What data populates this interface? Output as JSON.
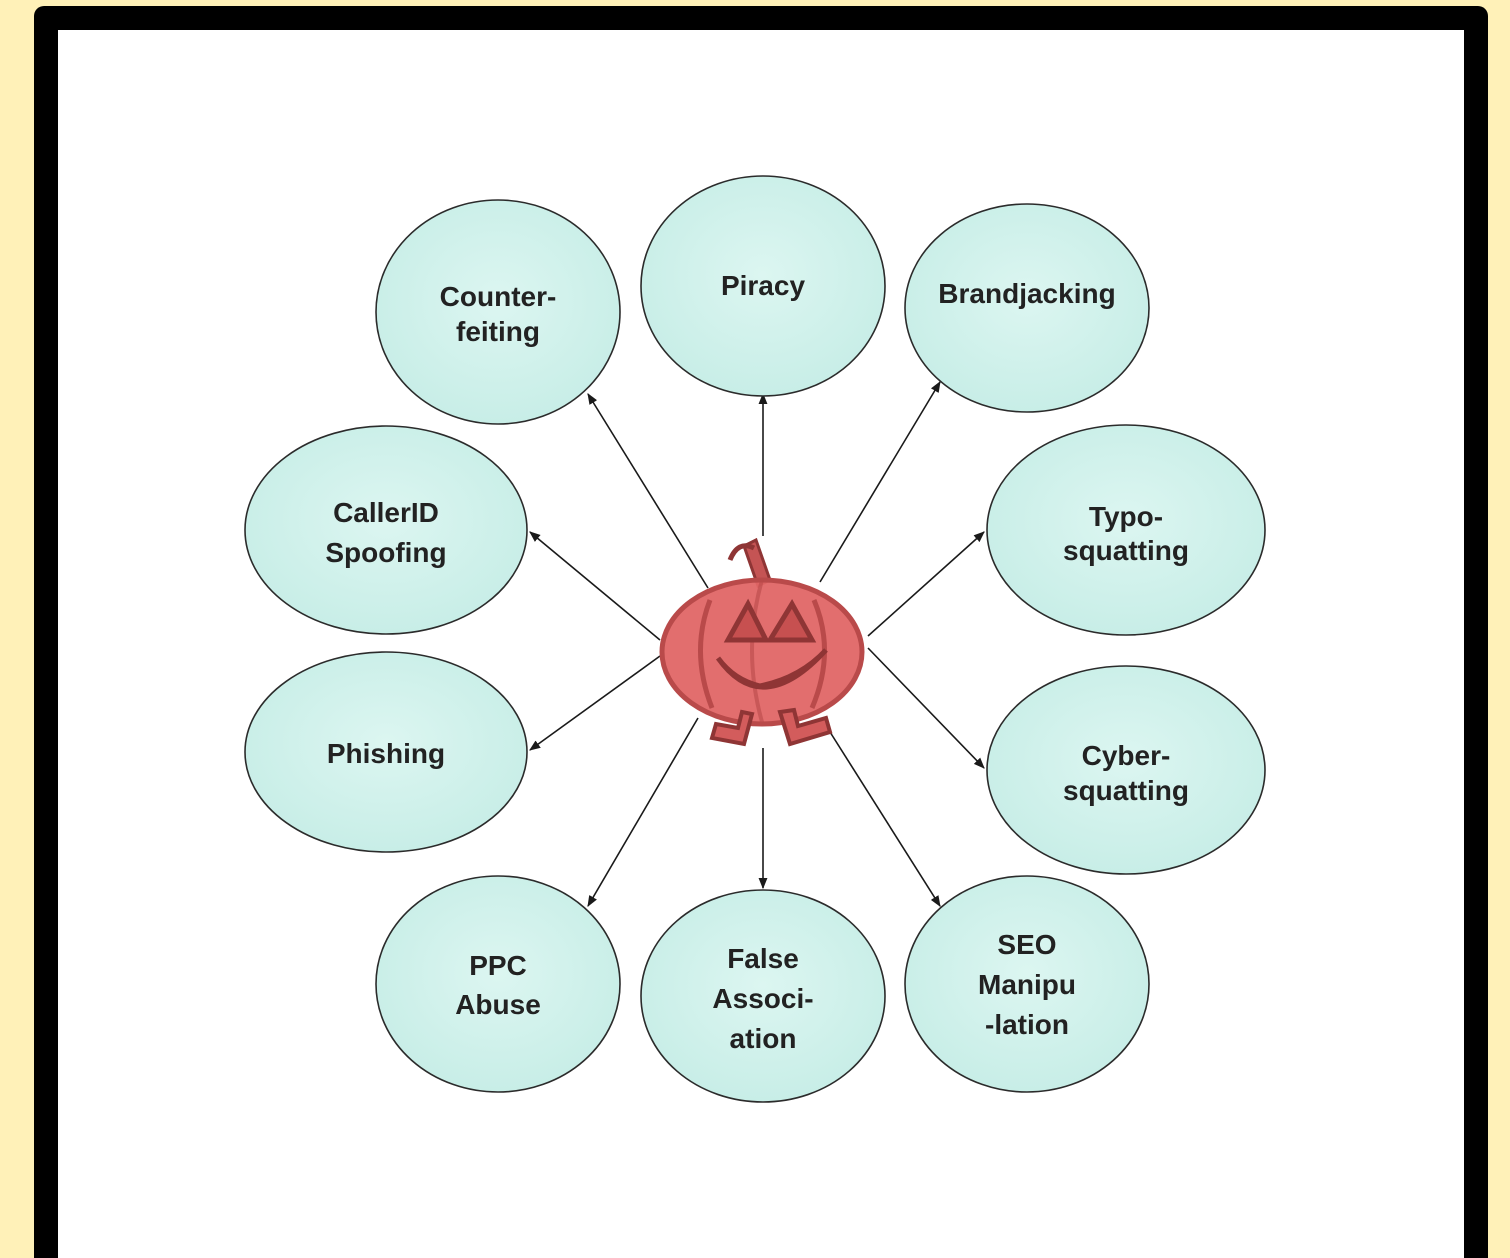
{
  "colors": {
    "background": "#fff1b8",
    "frame": "#000000",
    "canvas": "#ffffff",
    "node_fill": "#cdf0ea",
    "node_fill_light": "#d8f5ef",
    "node_stroke": "#2b2b2b",
    "center": "#e06666",
    "center_dark": "#b94a4a",
    "arrow": "#1a1a1a"
  },
  "center": {
    "icon": "jack-o-lantern-icon"
  },
  "nodes": [
    {
      "id": "counterfeiting",
      "lines": [
        "Counter-",
        "feiting"
      ]
    },
    {
      "id": "piracy",
      "lines": [
        "Piracy"
      ]
    },
    {
      "id": "brandjacking",
      "lines": [
        "Brandjacking"
      ]
    },
    {
      "id": "typosquatting",
      "lines": [
        "Typo-",
        "squatting"
      ]
    },
    {
      "id": "cybersquatting",
      "lines": [
        "Cyber-",
        "squatting"
      ]
    },
    {
      "id": "seo-manipulation",
      "lines": [
        "SEO",
        "Manipu",
        "-lation"
      ]
    },
    {
      "id": "false-association",
      "lines": [
        "False",
        "Associ-",
        "ation"
      ]
    },
    {
      "id": "ppc-abuse",
      "lines": [
        "PPC",
        "Abuse"
      ]
    },
    {
      "id": "phishing",
      "lines": [
        "Phishing"
      ]
    },
    {
      "id": "callerid-spoofing",
      "lines": [
        "CallerID",
        "Spoofing"
      ]
    }
  ]
}
